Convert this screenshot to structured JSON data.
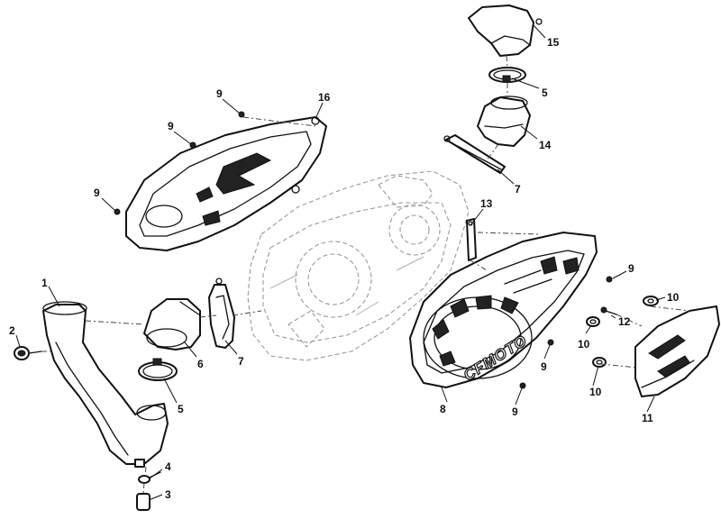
{
  "callouts": {
    "c1": "1",
    "c2": "2",
    "c3": "3",
    "c4": "4",
    "c5a": "5",
    "c5b": "5",
    "c6": "6",
    "c7a": "7",
    "c7b": "7",
    "c8": "8",
    "c9a": "9",
    "c9b": "9",
    "c9c": "9",
    "c9d": "9",
    "c9e": "9",
    "c9f": "9",
    "c10a": "10",
    "c10b": "10",
    "c10c": "10",
    "c11": "11",
    "c12": "12",
    "c13": "13",
    "c14": "14",
    "c15": "15",
    "c16": "16"
  },
  "brand": "CFMOTO",
  "colors": {
    "line": "#111111",
    "ghost": "#9a9a9a",
    "background": "#ffffff"
  }
}
